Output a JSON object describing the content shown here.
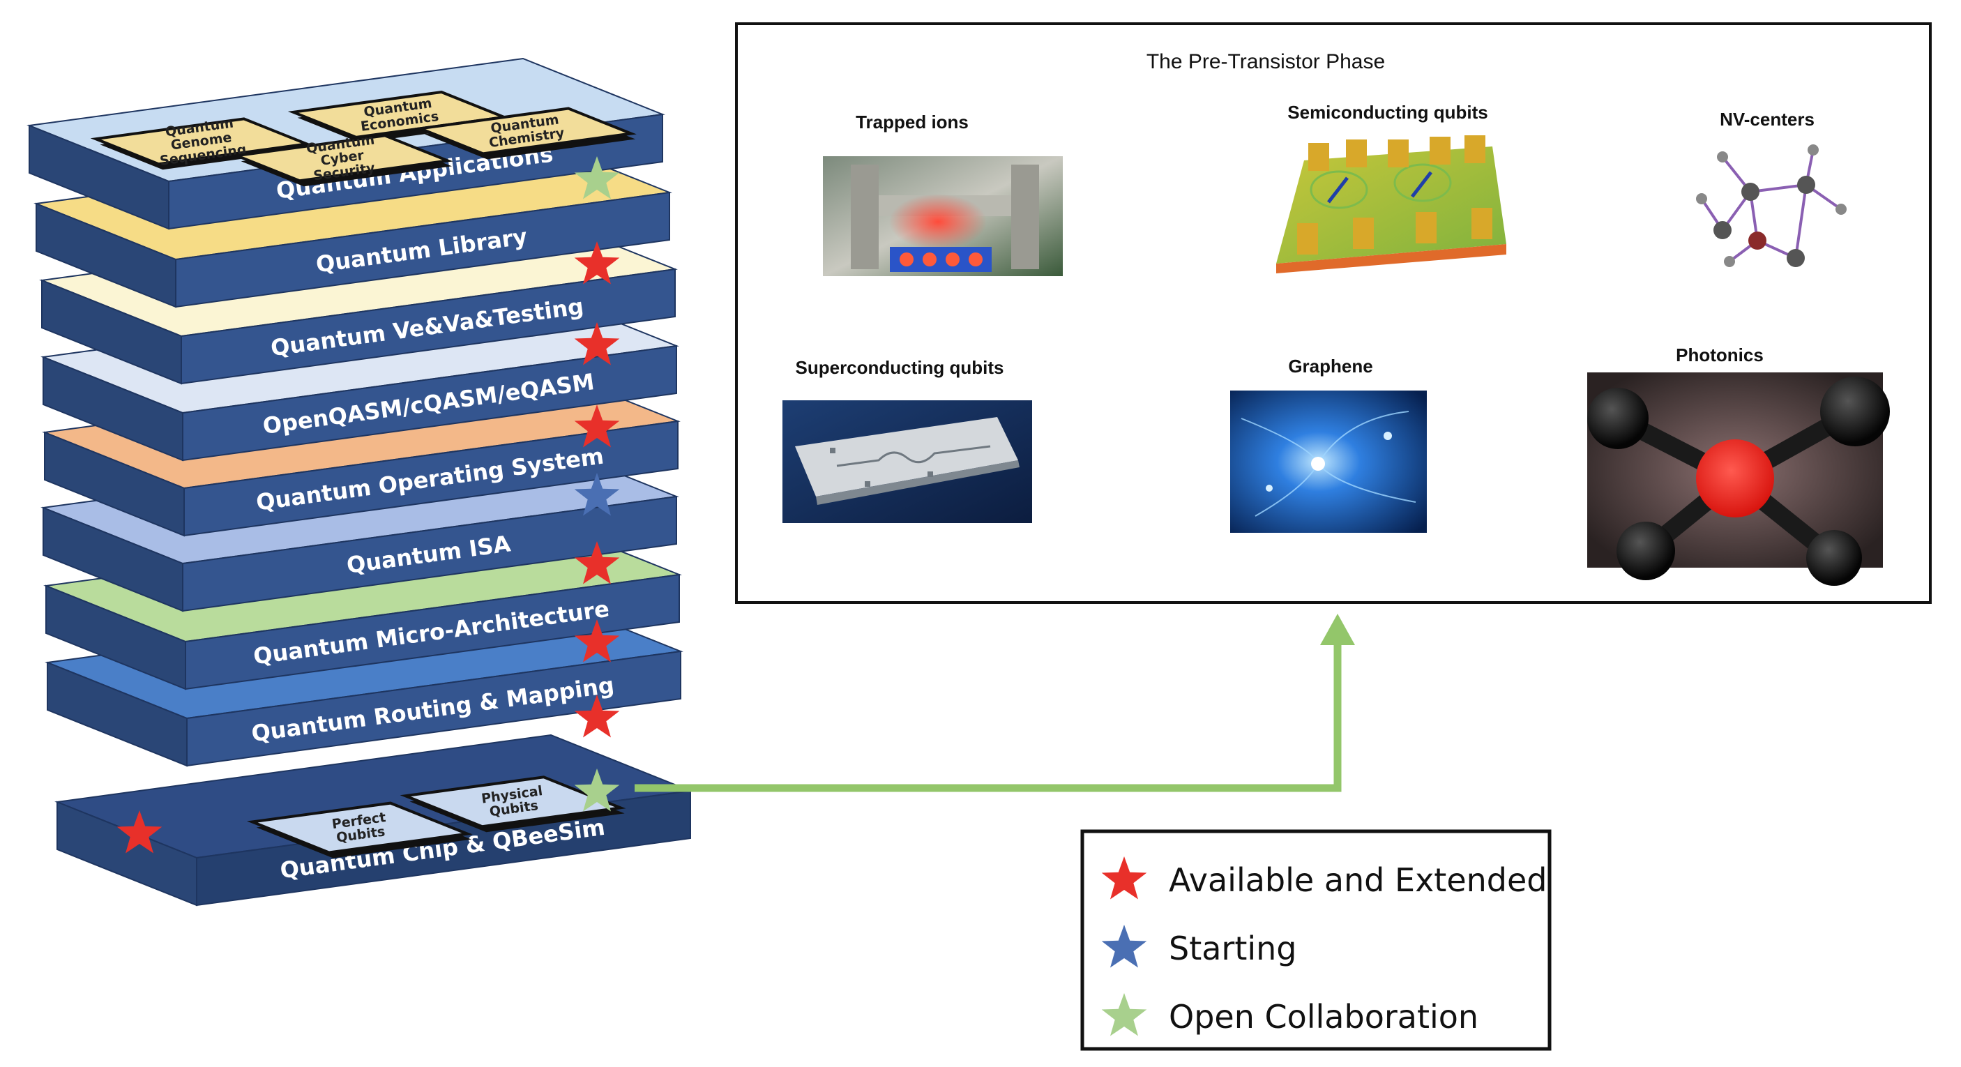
{
  "stack": {
    "layers": [
      {
        "label": "Quantum Applications",
        "top_color": "#c7dcf2",
        "side_color": "#34558f",
        "star": "green"
      },
      {
        "label": "Quantum Library",
        "top_color": "#f6dc86",
        "side_color": "#34558f",
        "star": "red"
      },
      {
        "label": "Quantum Ve&Va&Testing",
        "top_color": "#fbf5d4",
        "side_color": "#34558f",
        "star": "red"
      },
      {
        "label": "OpenQASM/cQASM/eQASM",
        "top_color": "#dde6f4",
        "side_color": "#34558f",
        "star": "red"
      },
      {
        "label": "Quantum Operating System",
        "top_color": "#f3b889",
        "side_color": "#34558f",
        "star": "blue"
      },
      {
        "label": "Quantum ISA",
        "top_color": "#a9bde6",
        "side_color": "#34558f",
        "star": "red"
      },
      {
        "label": "Quantum Micro-Architecture",
        "top_color": "#b9dc9c",
        "side_color": "#34558f",
        "star": "red"
      },
      {
        "label": "Quantum Routing & Mapping",
        "top_color": "#4a7fc8",
        "side_color": "#34558f",
        "star": "red"
      },
      {
        "label": "Quantum Chip & QBeeSim",
        "top_color": "#2f4c85",
        "side_color": "#25406f",
        "star": "green"
      }
    ],
    "app_chips": [
      {
        "lines": [
          "Quantum",
          "Genome",
          "Sequencing"
        ]
      },
      {
        "lines": [
          "Quantum",
          "Economics"
        ]
      },
      {
        "lines": [
          "Quantum",
          "Cyber",
          "Security"
        ]
      },
      {
        "lines": [
          "Quantum",
          "Chemistry"
        ]
      }
    ],
    "chip_chips": [
      {
        "lines": [
          "Perfect",
          "Qubits"
        ]
      },
      {
        "lines": [
          "Physical",
          "Qubits"
        ]
      }
    ]
  },
  "panel": {
    "title": "The Pre-Transistor Phase",
    "technologies": [
      {
        "label": "Trapped ions",
        "icon": "trapped-ions-image"
      },
      {
        "label": "Semiconducting qubits",
        "icon": "semiconducting-qubits-image"
      },
      {
        "label": "NV-centers",
        "icon": "nv-centers-image"
      },
      {
        "label": "Superconducting qubits",
        "icon": "superconducting-qubits-image"
      },
      {
        "label": "Graphene",
        "icon": "graphene-image"
      },
      {
        "label": "Photonics",
        "icon": "photonics-image"
      }
    ]
  },
  "legend": {
    "items": [
      {
        "label": "Available and Extended",
        "color": "#e8302a"
      },
      {
        "label": "Starting",
        "color": "#4a6fb3"
      },
      {
        "label": "Open Collaboration",
        "color": "#a8d08d"
      }
    ]
  },
  "colors": {
    "red_star": "#e8302a",
    "blue_star": "#4a6fb3",
    "green_star": "#a8d08d",
    "arrow": "#93c66a",
    "chip_fill": "#f2dd9a",
    "qubit_chip_fill": "#c9d9ef"
  }
}
